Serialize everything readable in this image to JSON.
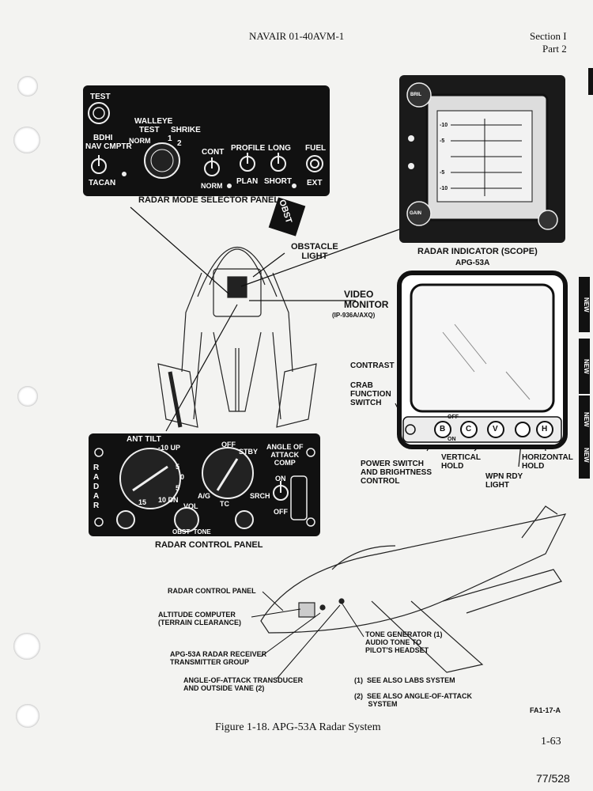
{
  "header": {
    "doc_number": "NAVAIR 01-40AVM-1",
    "section": "Section I",
    "part": "Part 2"
  },
  "mode_panel": {
    "caption": "RADAR MODE SELECTOR PANEL",
    "test": "TEST",
    "walleye": "WALLEYE",
    "test2": "TEST",
    "shrike": "SHRIKE",
    "norm": "NORM",
    "n1": "1",
    "n2": "2",
    "bdhi": "BDHI",
    "nav_cmptr": "NAV CMPTR",
    "tacan": "TACAN",
    "cont": "CONT",
    "norm2": "NORM",
    "profile": "PROFILE",
    "plan": "PLAN",
    "long": "LONG",
    "short": "SHORT",
    "fuel": "FUEL",
    "ext": "EXT"
  },
  "obstacle": {
    "badge": "OBST",
    "label": "OBSTACLE\nLIGHT"
  },
  "scope": {
    "caption": "RADAR INDICATOR (SCOPE)",
    "model": "APG-53A",
    "knob1": "BRIL",
    "knob2": "GAIN",
    "tick_labels": [
      "-10",
      "-5",
      "-5",
      "-10"
    ]
  },
  "video": {
    "title": "VIDEO\nMONITOR",
    "model": "(IP-936A/AXQ)",
    "contrast": "CONTRAST",
    "crab": "CRAB\nFUNCTION\nSWITCH",
    "buttons": [
      "B",
      "C",
      "V",
      "H"
    ],
    "off": "OFF",
    "on": "ON",
    "power": "POWER SWITCH\nAND BRIGHTNESS\nCONTROL",
    "vertical": "VERTICAL\nHOLD",
    "wpn": "WPN RDY\nLIGHT",
    "horizontal": "HORIZONTAL\nHOLD"
  },
  "control_panel": {
    "caption": "RADAR CONTROL PANEL",
    "side": "R\nA\nD\nA\nR",
    "ant_tilt": "ANT TILT",
    "up10": "-10 UP",
    "up5": "5",
    "zero": "0",
    "dn5": "5",
    "dn10": "10 DN",
    "fifteen": "15",
    "vol": "VOL",
    "off": "OFF",
    "stby": "STBY",
    "tc": "TC",
    "ag": "A/G",
    "srch": "SRCH",
    "aoa": "ANGLE OF\nATTACK\nCOMP",
    "on": "ON",
    "off2": "OFF",
    "obst_tone": "OBST  TONE"
  },
  "aircraft": {
    "items": [
      "RADAR CONTROL PANEL",
      "ALTITUDE COMPUTER\n(TERRAIN CLEARANCE)",
      "APG-53A RADAR RECEIVER\nTRANSMITTER GROUP",
      "ANGLE-OF-ATTACK TRANSDUCER\nAND OUTSIDE VANE (2)"
    ],
    "tone": "TONE GENERATOR (1)\nAUDIO TONE TO\nPILOT'S HEADSET",
    "note1": "(1)  SEE ALSO LABS SYSTEM",
    "note2": "(2)  SEE ALSO ANGLE-OF-ATTACK\n       SYSTEM",
    "fig_id": "FA1-17-A"
  },
  "footer": {
    "caption": "Figure 1-18.  APG-53A Radar System",
    "page_number": "1-63",
    "scan_page": "77/528"
  },
  "side_tabs": [
    "NEW",
    "NEW",
    "NEW",
    "NEW"
  ]
}
